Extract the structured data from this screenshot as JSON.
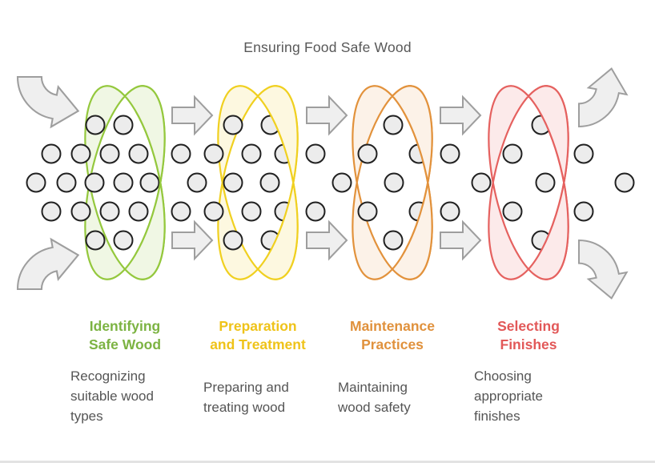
{
  "title": "Ensuring Food Safe Wood",
  "stages": [
    {
      "name": "identifying-safe-wood",
      "heading": "Identifying\nSafe Wood",
      "description": "Recognizing\nsuitable wood\ntypes",
      "heading_color": "#7CB342",
      "ring_stroke": "#94C83D",
      "ring_fill": "#F0F7E4"
    },
    {
      "name": "preparation-and-treatment",
      "heading": "Preparation\nand Treatment",
      "description": "Preparing and\ntreating wood",
      "heading_color": "#EFC319",
      "ring_stroke": "#F0D020",
      "ring_fill": "#FDF8E0"
    },
    {
      "name": "maintenance-practices",
      "heading": "Maintenance\nPractices",
      "description": "Maintaining\nwood safety",
      "heading_color": "#E0913C",
      "ring_stroke": "#E2923C",
      "ring_fill": "#FCF2E8"
    },
    {
      "name": "selecting-finishes",
      "heading": "Selecting\nFinishes",
      "description": "Choosing\nappropriate\nfinishes",
      "heading_color": "#E25858",
      "ring_stroke": "#E5615F",
      "ring_fill": "#FCEAEA"
    }
  ],
  "flow": {
    "direction": "left-to-right",
    "inflow_arrow_icons": [
      "inflow-arrow-top-icon",
      "inflow-arrow-bottom-icon"
    ],
    "outflow_arrow_icons": [
      "outflow-arrow-top-icon",
      "outflow-arrow-bottom-icon"
    ],
    "between_stage_arrow_count": 6,
    "particle_dots": {
      "rows": 5,
      "count": 53
    }
  },
  "graphics": {
    "title_color": "#585858",
    "description_color": "#555555",
    "dot_fill": "#ECECEC",
    "dot_stroke": "#212121",
    "arrow_fill": "#EFEFEF",
    "arrow_stroke": "#9E9E9E"
  }
}
